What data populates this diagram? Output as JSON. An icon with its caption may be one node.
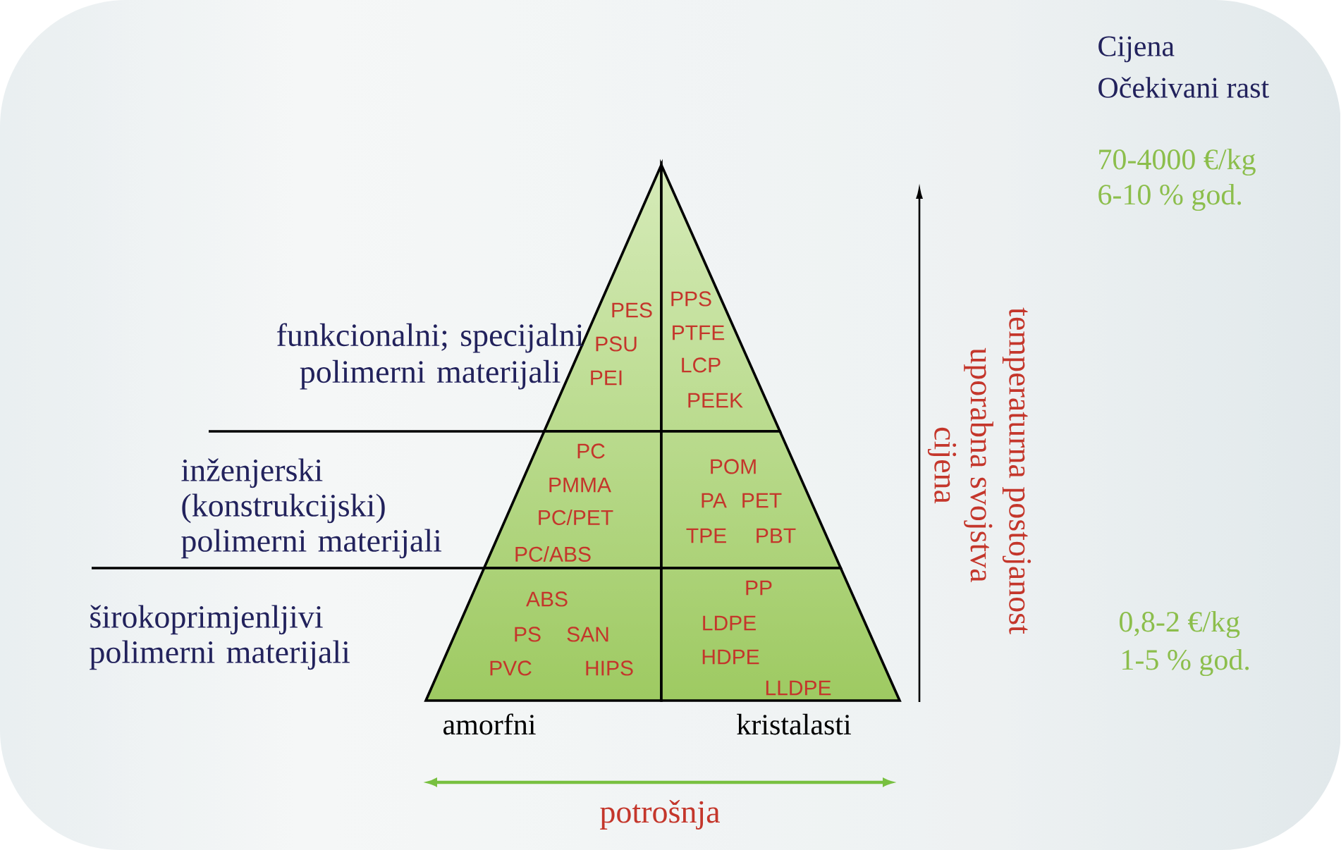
{
  "diagram": {
    "nodes": [
      {
        "text": [
          "PES",
          "PSU",
          "PEI"
        ]
      },
      {
        "text": [
          "PPS",
          "PTFE",
          "LCP",
          "PEEK"
        ]
      },
      {
        "text": [
          "PC",
          "PMMA",
          "PC/PET",
          "PC/ABS"
        ]
      },
      {
        "text": [
          "POM",
          "PA",
          "PET",
          "TPE",
          "PBT"
        ]
      },
      {
        "text": [
          "ABS",
          "PS",
          "SAN",
          "PVC",
          "HIPS"
        ]
      },
      {
        "text": [
          "PP",
          "LDPE",
          "HDPE",
          "LLDPE"
        ]
      }
    ],
    "labels": [
      "Cijena",
      "Očekivani rast",
      "70-4000 €/kg",
      "6-10 % god.",
      "funkcionalni; specijalni polimerni materijali",
      "temperaturna postojanost",
      "uporabna svojstva",
      "cijena",
      "inženjerski (konstrukcijski) polimerni materijali",
      "širokoprimjenljivi polimerni materijali",
      "0,8-2 €/kg",
      "1-5 % god.",
      "amorfni",
      "kristalasti",
      "potrošnja"
    ]
  }
}
